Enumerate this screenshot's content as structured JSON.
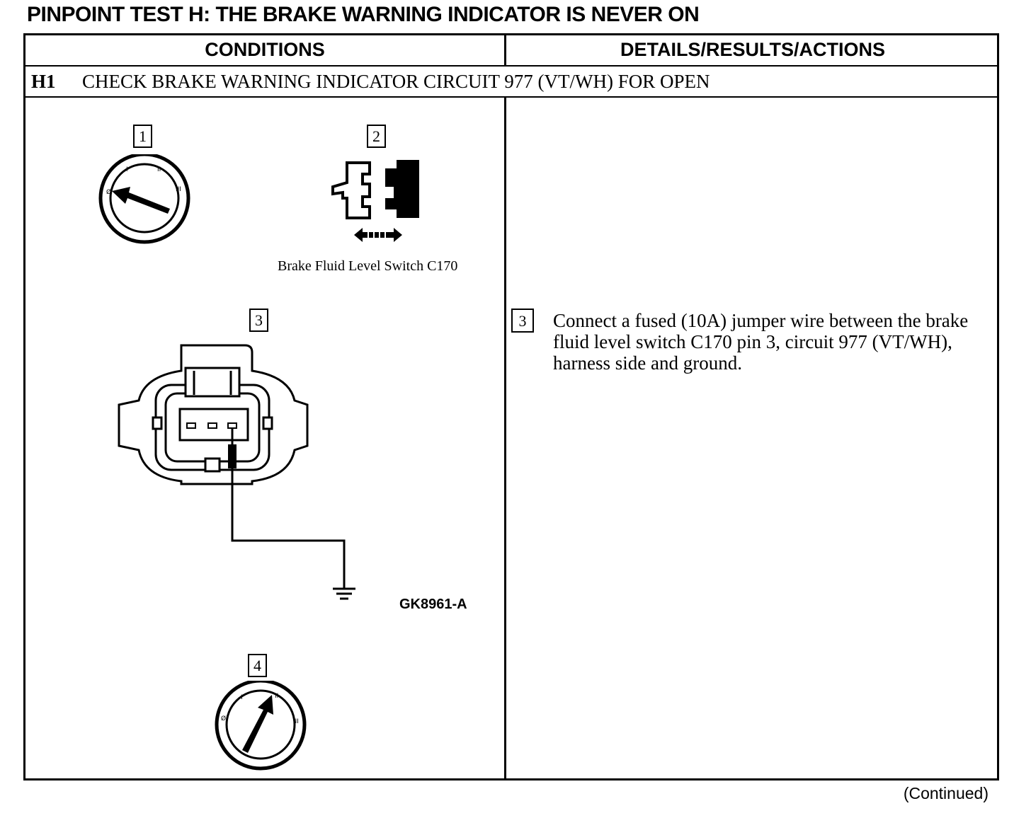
{
  "title": "PINPOINT TEST H:  THE BRAKE WARNING INDICATOR IS NEVER ON",
  "table": {
    "col_conditions": "CONDITIONS",
    "col_details": "DETAILS/RESULTS/ACTIONS",
    "step": {
      "id": "H1",
      "text": "CHECK BRAKE WARNING INDICATOR CIRCUIT 977 (VT/WH) FOR OPEN"
    }
  },
  "figures": {
    "callouts": [
      "1",
      "2",
      "3",
      "4"
    ],
    "ignition_marks": [
      "Ø",
      "I",
      "II",
      "III"
    ],
    "connector_label": "Brake Fluid Level Switch C170",
    "figure_code": "GK8961-A"
  },
  "actions": {
    "callout": "3",
    "text": "Connect a fused (10A) jumper wire between the brake fluid level switch C170 pin 3, circuit 977 (VT/WH), harness side and ground."
  },
  "footer": {
    "continued": "(Continued)"
  }
}
